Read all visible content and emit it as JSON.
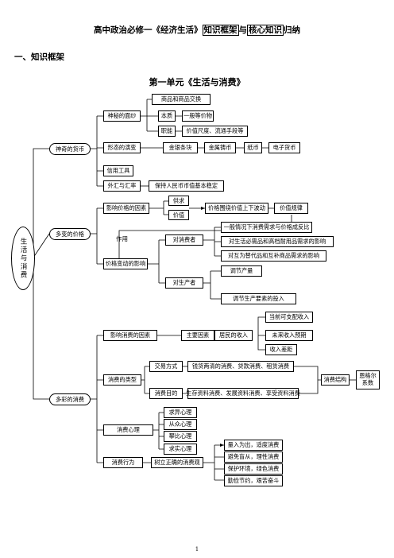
{
  "title": {
    "pre": "高中政治必修一《经济生活》",
    "hl1": "知识框架",
    "mid": "与",
    "hl2": "核心知识",
    "post": "归纳"
  },
  "section": "一、知识框架",
  "unit_title": "第一单元《生活与消费》",
  "root": "生活与消费",
  "money": {
    "node": "神奇的货币",
    "essence": "神秘的面纱",
    "exchange": "商品和商品交换",
    "nature": "本质",
    "equivalent": "一般等价物",
    "function": "职能",
    "function_items": "价值尺度、流通手段等",
    "forms": "形态的演变",
    "form_items": [
      "金银条块",
      "金属铸币",
      "纸币",
      "电子货币"
    ],
    "credit": "信用工具",
    "forex": "外汇与汇率",
    "forex_note": "保持人民币币值基本稳定"
  },
  "price": {
    "node": "多变的价格",
    "factors": "影响价格的因素",
    "supply": "供求",
    "value": "价值",
    "fluctuate": "价格围绕价值上下波动",
    "law": "价值规律",
    "effect_label": "作用",
    "impact": "价格变动的影响",
    "consumer": "对消费者",
    "consumer_items": [
      "一般情况下消费需求与价格成反比",
      "对生活必需品和高档耐用品需求的影响",
      "对互为替代品和互补商品需求的影响"
    ],
    "producer": "对生产者",
    "producer_items": [
      "调节产量",
      "调节生产要素的投入"
    ]
  },
  "consume": {
    "node": "多彩的消费",
    "factors": "影响消费的因素",
    "main": "主要因素",
    "income": "居民的收入",
    "income_items": [
      "当前可支配收入",
      "未来收入预期",
      "收入差距"
    ],
    "types": "消费的类型",
    "mode": "交易方式",
    "mode_items": "钱货两清的消费、贷款消费、租赁消费",
    "purpose": "消费目的",
    "purpose_items": "生存资料消费、发展资料消费、享受资料消费",
    "structure": "消费结构",
    "engel": "恩格尔系数",
    "psych": "消费心理",
    "psych_items": [
      "求异心理",
      "从众心理",
      "攀比心理",
      "求实心理"
    ],
    "behavior": "消费行为",
    "view": "树立正确的消费观",
    "view_items": [
      "量入为出，适度消费",
      "避免盲从，理性消费",
      "保护环境，绿色消费",
      "勤俭节约，艰苦奋斗"
    ]
  },
  "page_number": "1"
}
